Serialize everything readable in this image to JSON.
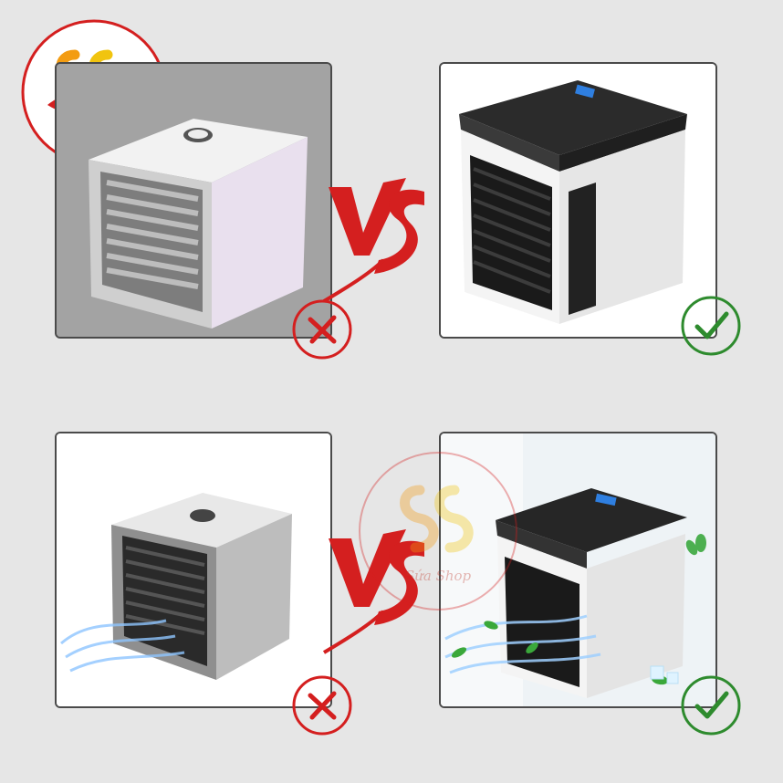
{
  "brand": {
    "logo_text": "Sứa Shop",
    "watermark_text": "Sứa Shop"
  },
  "comparisons": [
    {
      "left": "old-white-cooler",
      "right": "new-black-white-cooler",
      "label": "VS",
      "left_verdict": "wrong",
      "right_verdict": "correct"
    },
    {
      "left": "old-silver-cooler",
      "right": "new-black-white-cooler-with-breeze",
      "label": "VS",
      "left_verdict": "wrong",
      "right_verdict": "correct"
    }
  ],
  "colors": {
    "accent_red": "#d41f1f",
    "check_green": "#2e8b2e",
    "panel_border": "#4a4a4a",
    "background": "#e6e6e6"
  }
}
